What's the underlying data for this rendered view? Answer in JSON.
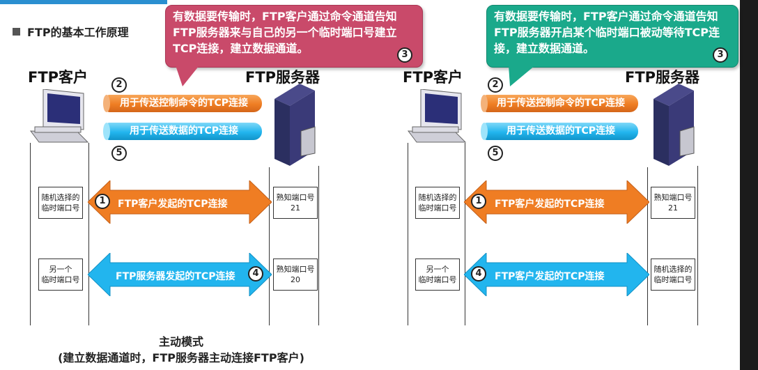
{
  "section_title": "FTP的基本工作原理",
  "colors": {
    "orange": "#ef7d23",
    "blue": "#22b5ee",
    "red_bubble": "#c94a6a",
    "green_bubble": "#1aa98b"
  },
  "left": {
    "client_label": "FTP客户",
    "server_label": "FTP服务器",
    "bubble_text": "有数据要传输时，FTP客户通过命令通道告知FTP服务器来与自己的另一个临时端口号建立TCP连接，建立数据通道。",
    "bubble_num": "3",
    "step2": "2",
    "control_pipe": "用于传送控制命令的TCP连接",
    "data_pipe": "用于传送数据的TCP连接",
    "step5": "5",
    "client_port1": "随机选择的\n临时端口号",
    "server_port1": "熟知端口号\n21",
    "arrow1_num": "1",
    "arrow1_text": "FTP客户发起的TCP连接",
    "client_port2": "另一个\n临时端口号",
    "server_port2": "熟知端口号\n20",
    "arrow2_num": "4",
    "arrow2_text": "FTP服务器发起的TCP连接",
    "caption_line1": "主动模式",
    "caption_line2": "(建立数据通道时，FTP服务器主动连接FTP客户)"
  },
  "right": {
    "client_label": "FTP客户",
    "server_label": "FTP服务器",
    "bubble_text": "有数据要传输时，FTP客户通过命令通道告知FTP服务器开启某个临时端口被动等待TCP连接，建立数据通道。",
    "bubble_num": "3",
    "step2": "2",
    "control_pipe": "用于传送控制命令的TCP连接",
    "data_pipe": "用于传送数据的TCP连接",
    "step5": "5",
    "client_port1": "随机选择的\n临时端口号",
    "server_port1": "熟知端口号\n21",
    "arrow1_num": "1",
    "arrow1_text": "FTP客户发起的TCP连接",
    "client_port2": "另一个\n临时端口号",
    "server_port2": "随机选择的\n临时端口号",
    "arrow2_num": "4",
    "arrow2_text": "FTP客户发起的TCP连接"
  }
}
